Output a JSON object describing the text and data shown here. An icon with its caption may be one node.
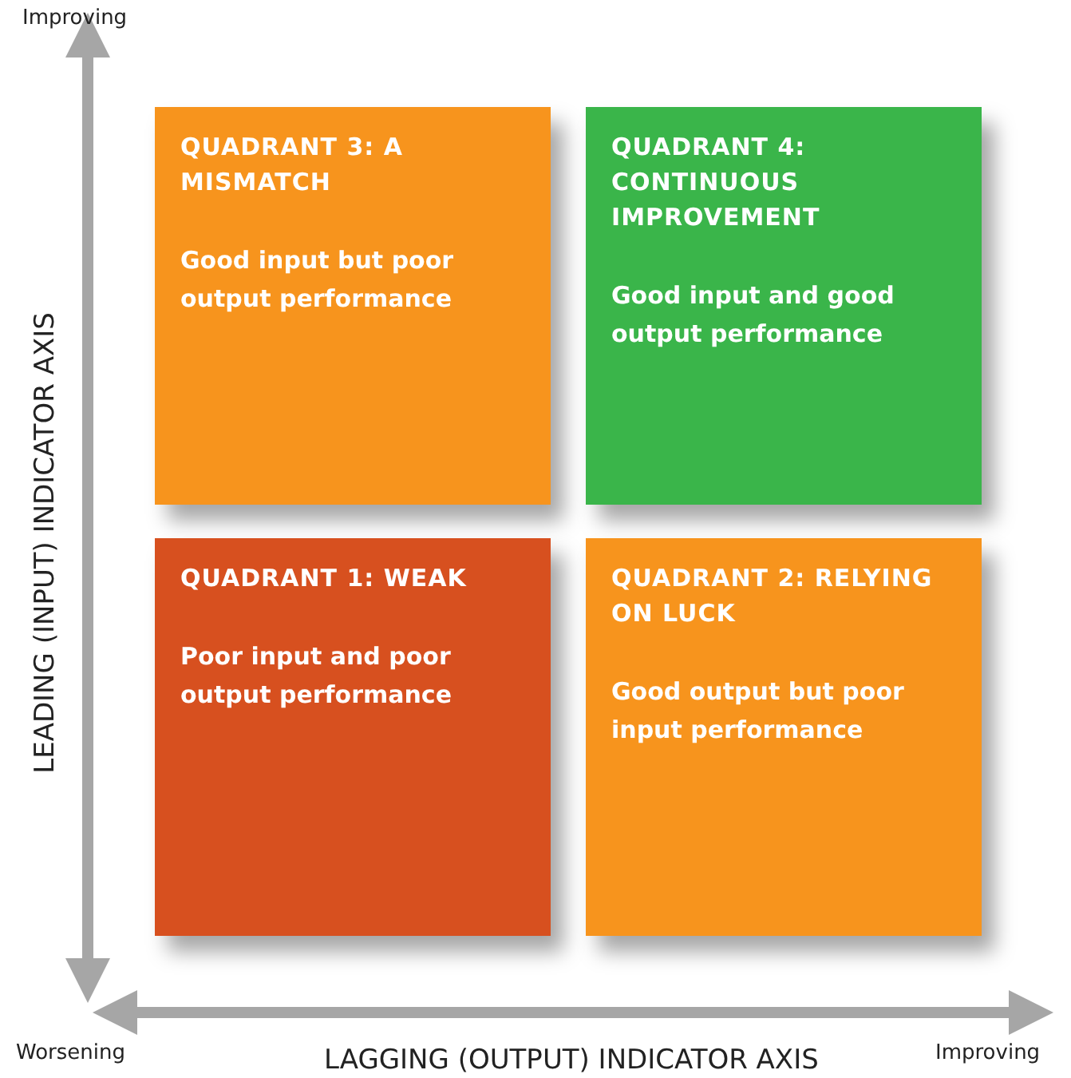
{
  "diagram": {
    "nodes": [
      {
        "text": [
          "QUADRANT 3: A MISMATCH",
          "Good input but poor output performance"
        ]
      },
      {
        "text": [
          "QUADRANT 4: CONTINUOUS IMPROVEMENT",
          "Good input and good output performance"
        ]
      },
      {
        "text": [
          "QUADRANT 1: WEAK",
          "Poor input and poor output performance"
        ]
      },
      {
        "text": [
          "QUADRANT 2: RELYING ON LUCK",
          "Good output but poor input performance"
        ]
      }
    ],
    "labels": [
      "Improving",
      "LEADING (INPUT) INDICATOR AXIS",
      "Worsening",
      "LAGGING (OUTPUT) INDICATOR AXIS",
      "Improving"
    ]
  }
}
